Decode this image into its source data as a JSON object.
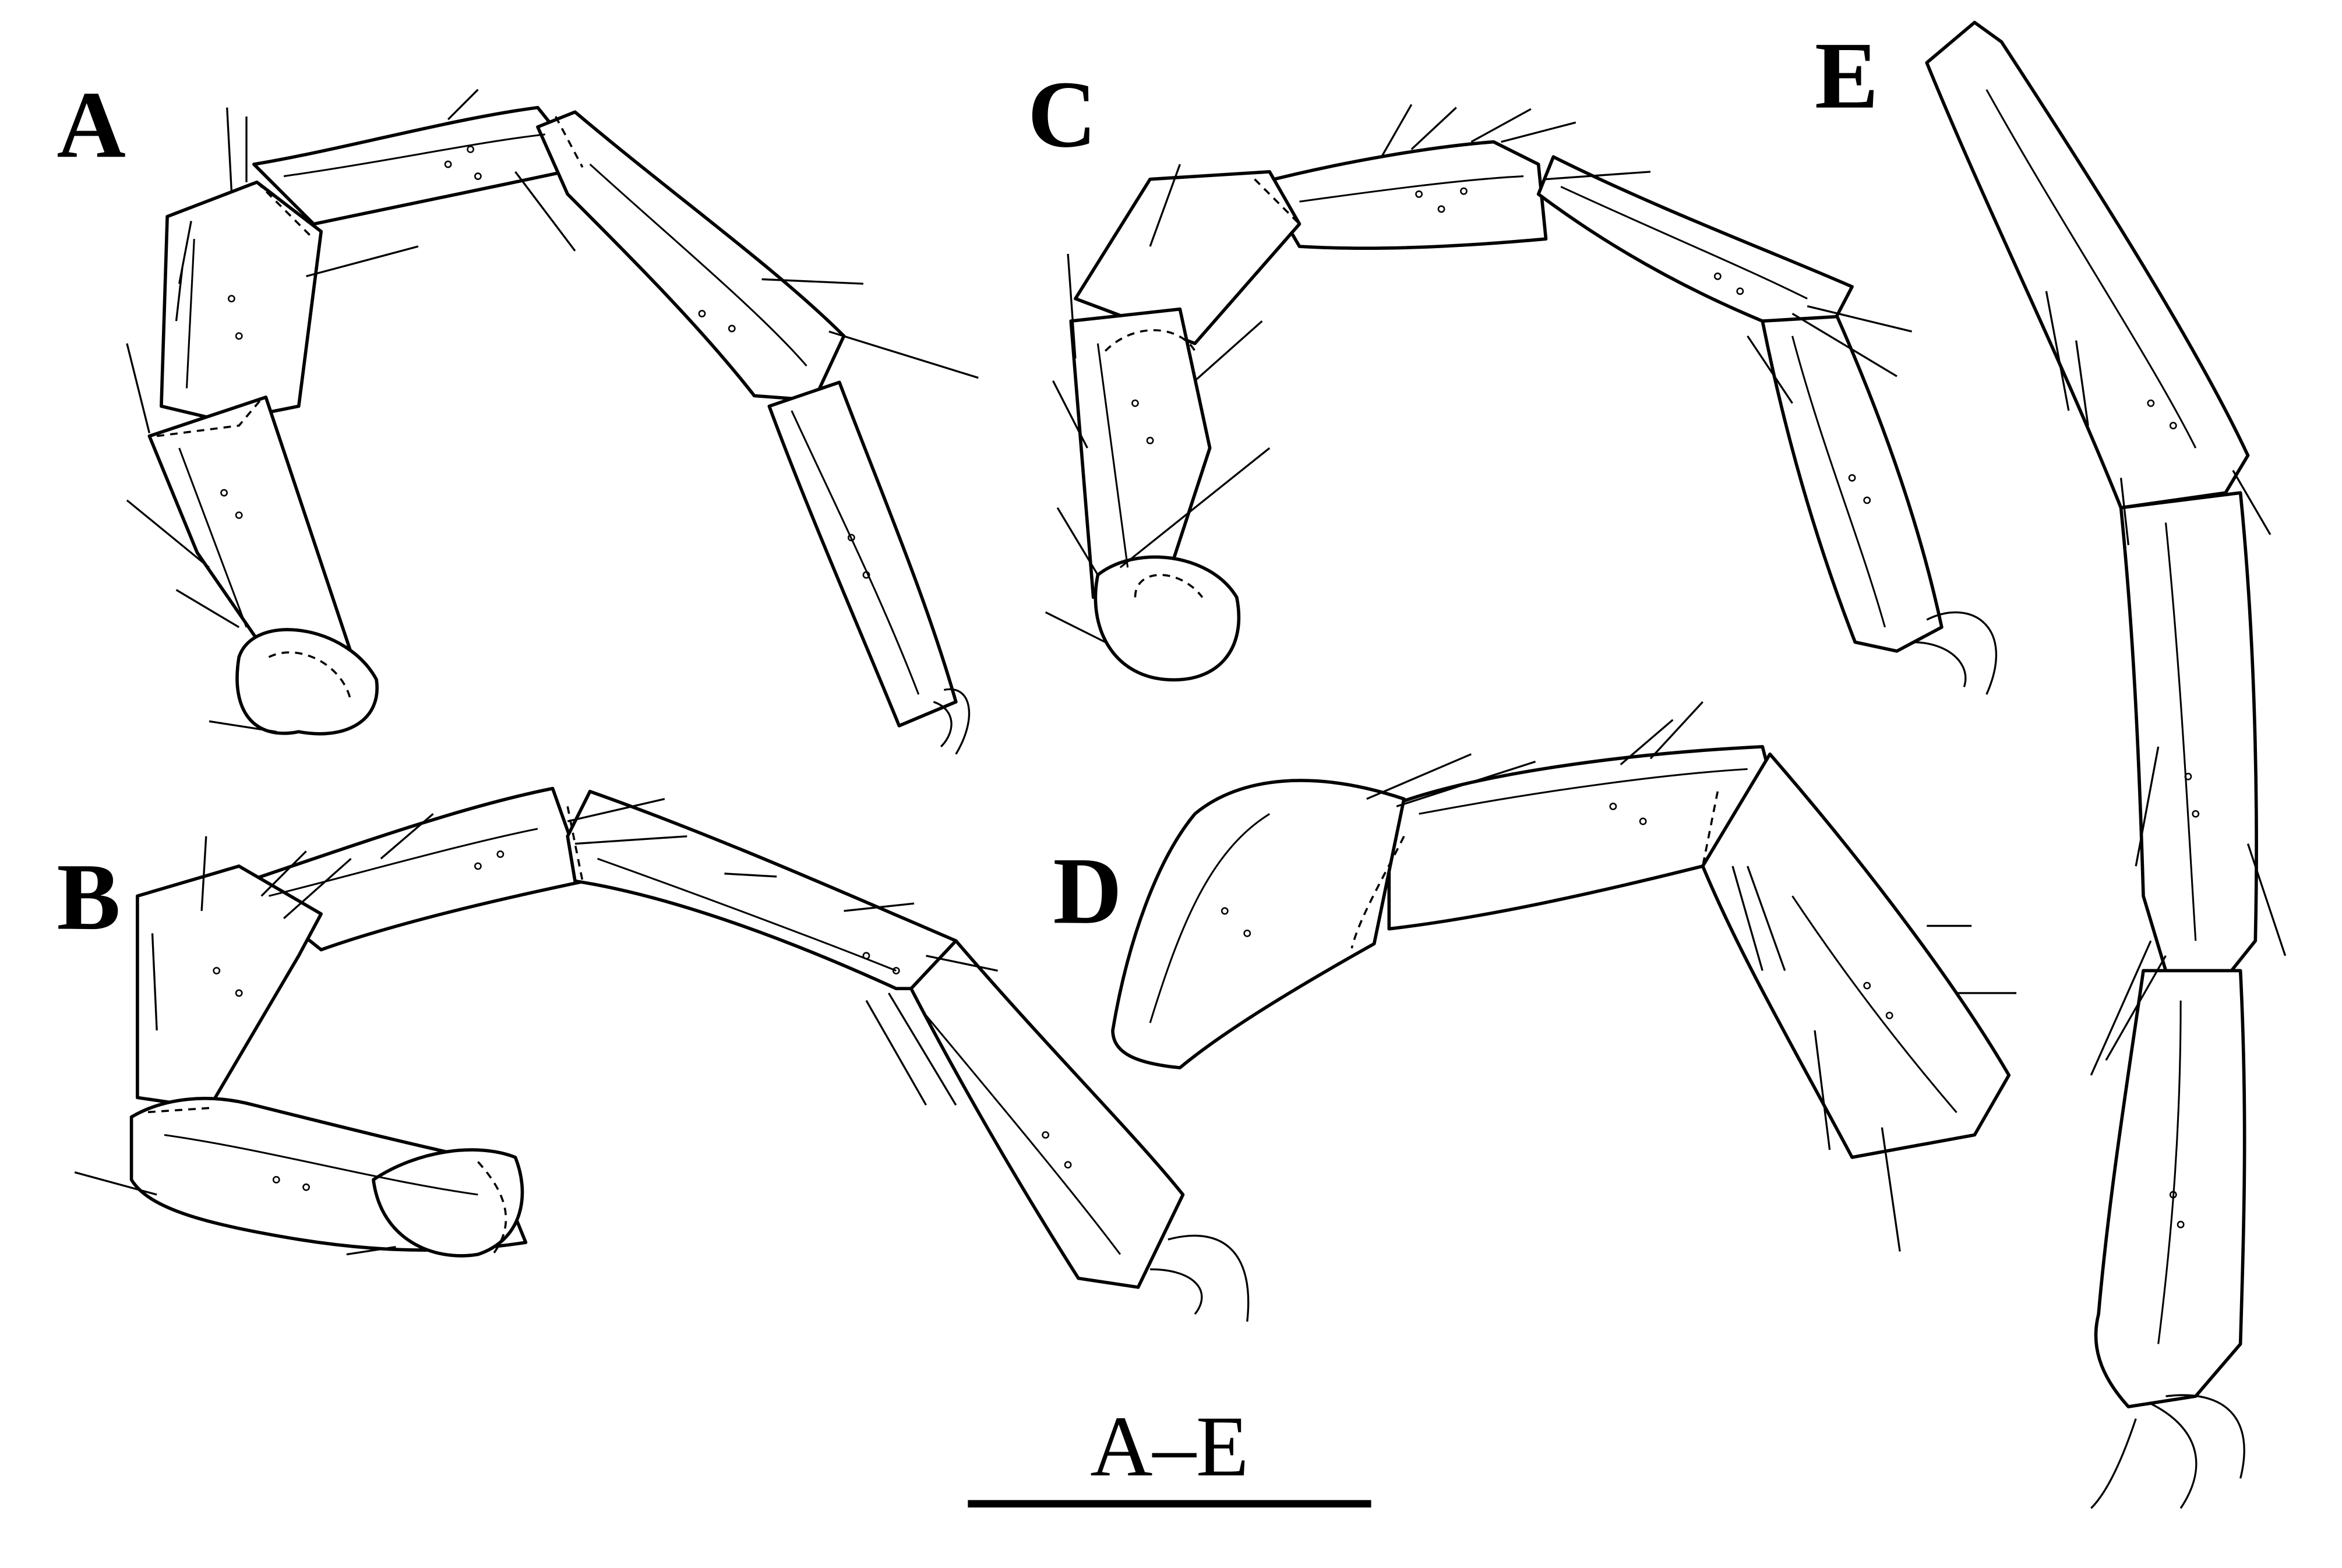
{
  "figure": {
    "panels": [
      {
        "id": "A",
        "label": "A"
      },
      {
        "id": "B",
        "label": "B"
      },
      {
        "id": "C",
        "label": "C"
      },
      {
        "id": "D",
        "label": "D"
      },
      {
        "id": "E",
        "label": "E"
      }
    ],
    "scale_bar": {
      "label": "A–E"
    }
  }
}
